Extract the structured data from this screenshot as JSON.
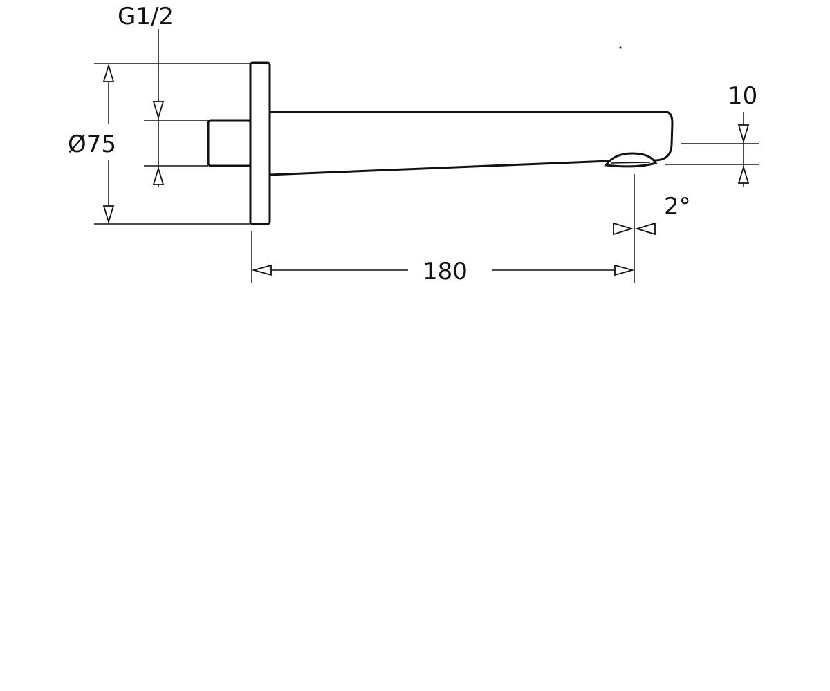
{
  "dimensions": {
    "thread": "G1/2",
    "flange_diameter": "Ø75",
    "outlet_height": "10",
    "angle": "2°",
    "length": "180"
  },
  "colors": {
    "line": "#111111",
    "background": "#ffffff"
  }
}
